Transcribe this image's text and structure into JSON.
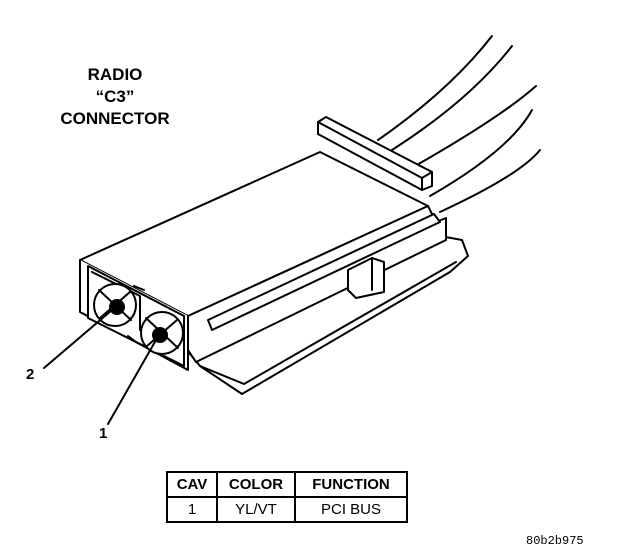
{
  "title": {
    "line1": "RADIO",
    "line2": "“C3”",
    "line3": "CONNECTOR"
  },
  "callouts": {
    "cavity_2": "2",
    "cavity_1": "1"
  },
  "table": {
    "headers": [
      "CAV",
      "COLOR",
      "FUNCTION"
    ],
    "rows": [
      [
        "1",
        "YL/VT",
        "PCI BUS"
      ]
    ]
  },
  "reference_code": "80b2b975"
}
